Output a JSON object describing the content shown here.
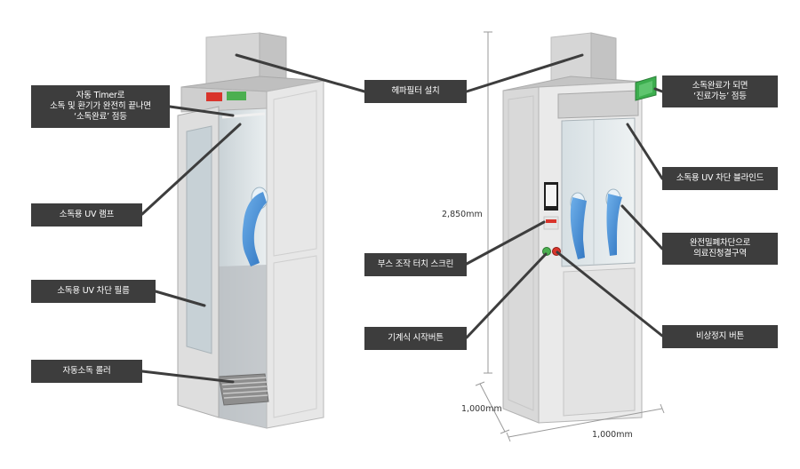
{
  "callouts": {
    "timer": [
      "자동 Timer로",
      "소독 및 환기가 완전히 끝나면",
      "‘소독완료’ 점등"
    ],
    "uv_lamp": [
      "소독용 UV 램프"
    ],
    "uv_film": [
      "소독용 UV 차단 필름"
    ],
    "roller": [
      "자동소독 롤러"
    ],
    "hepa": [
      "헤파필터 설치"
    ],
    "touch": [
      "부스 조작 터치 스크린"
    ],
    "start": [
      "기계식 시작버튼"
    ],
    "ready": [
      "소독완료가 되면",
      "‘진료가능’ 점등"
    ],
    "blind": [
      "소독용 UV 차단 블라인드"
    ],
    "sealed": [
      "완전밀폐차단으로",
      "의료진청결구역"
    ],
    "estop": [
      "비상정지 버튼"
    ]
  },
  "dimensions": {
    "height": "2,850mm",
    "depth": "1,000mm",
    "width": "1,000mm"
  },
  "colors": {
    "callout_bg": "#3d3d3d",
    "leader": "#3d3d3d",
    "glove": "#3f8ed8",
    "light_red": "#d9342b",
    "light_green": "#4caf50",
    "ready_sign": "#3cae4e"
  }
}
